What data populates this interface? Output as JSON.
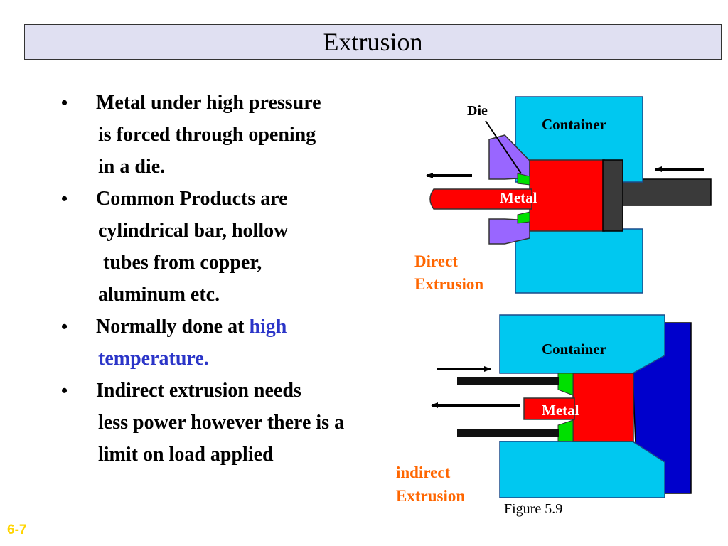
{
  "title": "Extrusion",
  "bullets": [
    {
      "lines": [
        "Metal under high pressure",
        "is forced through opening",
        "in a die."
      ]
    },
    {
      "lines": [
        "Common Products are",
        "cylindrical bar, hollow",
        " tubes from copper,",
        "aluminum etc."
      ]
    },
    {
      "lines": [
        "Normally done at ",
        "temperature."
      ],
      "highlight_words": [
        "high"
      ],
      "highlight_color": "#2b35c8"
    },
    {
      "lines": [
        "Indirect extrusion needs",
        "less power however there is a",
        "limit on load applied"
      ]
    }
  ],
  "diagram": {
    "direct": {
      "die_label": "Die",
      "container_label": "Container",
      "metal_label": "Metal",
      "caption_line1": "Direct",
      "caption_line2": "Extrusion"
    },
    "indirect": {
      "container_label": "Container",
      "metal_label": "Metal",
      "caption_line1": "indirect",
      "caption_line2": "Extrusion"
    },
    "figure_caption": "Figure 5.9",
    "colors": {
      "container": "#00c8f0",
      "metal": "#ff0000",
      "die": "#9966ff",
      "die_tip": "#00e000",
      "ram": "#3a3a3a",
      "plug": "#0000cc",
      "caption": "#ff6600"
    }
  },
  "page_number": "6-7"
}
